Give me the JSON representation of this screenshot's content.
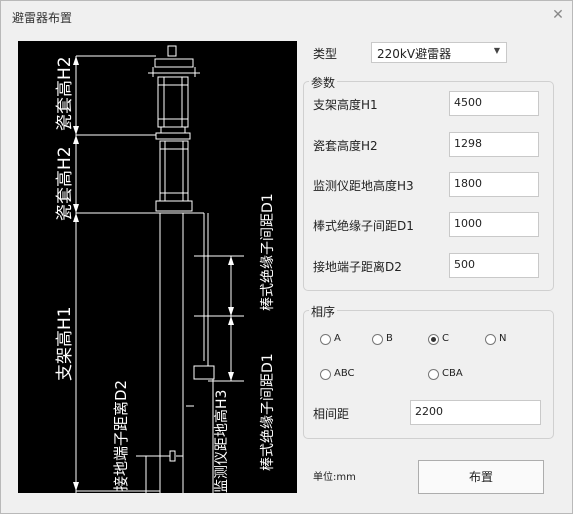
{
  "window": {
    "title": "避雷器布置"
  },
  "type": {
    "label": "类型",
    "selected": "220kV避雷器"
  },
  "params": {
    "title": "参数",
    "fields": [
      {
        "label": "支架高度H1",
        "value": "4500"
      },
      {
        "label": "瓷套高度H2",
        "value": "1298"
      },
      {
        "label": "监测仪距地高度H3",
        "value": "1800"
      },
      {
        "label": "棒式绝缘子间距D1",
        "value": "1000"
      },
      {
        "label": "接地端子距离D2",
        "value": "500"
      }
    ]
  },
  "phase": {
    "title": "相序",
    "options": [
      "A",
      "B",
      "C",
      "N",
      "ABC",
      "CBA"
    ],
    "selected": "C",
    "spacing_label": "相间距",
    "spacing_value": "2200"
  },
  "unit_label": "单位:mm",
  "layout_button": "布置",
  "drawing": {
    "labels": {
      "h2_top": "瓷套高H2",
      "h2_bottom": "瓷套高H2",
      "h1": "支架高H1",
      "d2": "接地端子距离D2",
      "h3": "监测仪距地高H3",
      "d1_top": "棒式绝缘子间距D1",
      "d1_bottom": "棒式绝缘子间距D1"
    }
  }
}
